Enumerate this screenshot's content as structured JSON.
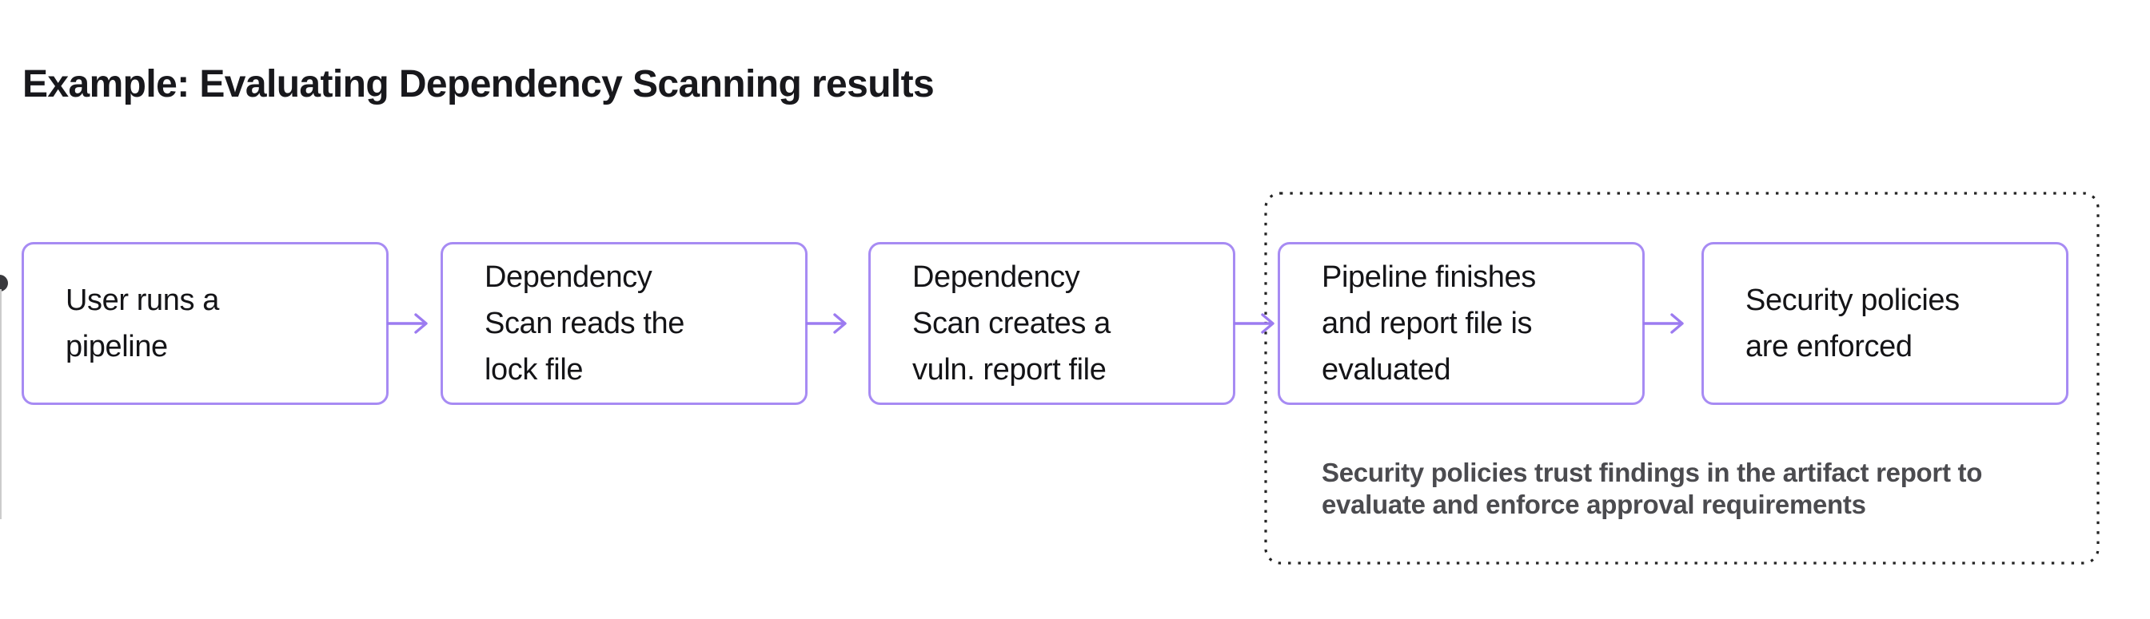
{
  "title": "Example: Evaluating Dependency Scanning results",
  "flow": {
    "boxes": [
      {
        "id": "user-runs-pipeline",
        "label": "User runs a\npipeline"
      },
      {
        "id": "scan-reads-lock-file",
        "label": "Dependency\nScan reads the\nlock file"
      },
      {
        "id": "scan-creates-report-file",
        "label": "Dependency\nScan creates a\nvuln. report file"
      },
      {
        "id": "pipeline-finishes-evaluated",
        "label": "Pipeline finishes\nand report file is\nevaluated"
      },
      {
        "id": "security-policies-enforced",
        "label": "Security policies\nare enforced"
      }
    ],
    "annotation": "Security policies trust findings in the artifact report to\nevaluate and enforce approval requirements"
  },
  "colors": {
    "background": "#ffffff",
    "box_border": "#a78bf3",
    "arrow": "#9c7bf0",
    "title_text": "#18181c",
    "box_text": "#141417",
    "annotation_text": "#4b4b4f",
    "dotted_border": "#232323",
    "edge_artifact": "#39393d"
  }
}
